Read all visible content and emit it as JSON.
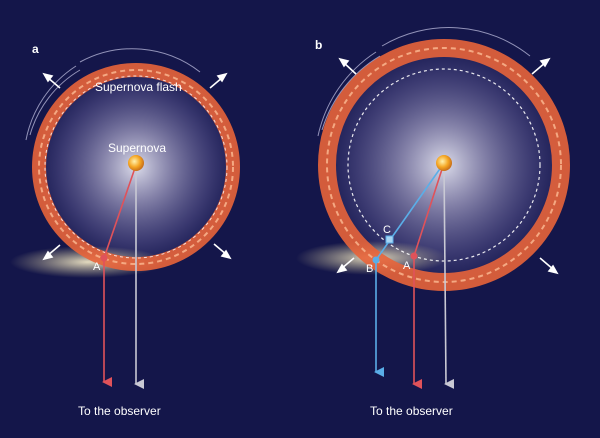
{
  "panels": [
    {
      "letter": "a",
      "flash_label": "Supernova flash",
      "center_label": "Supernova",
      "points": [
        "A"
      ],
      "observer_label": "To the observer"
    },
    {
      "letter": "b",
      "points": [
        "B",
        "C",
        "A"
      ],
      "observer_label": "To the observer"
    }
  ],
  "colors": {
    "background": "#14164a",
    "ring_outer": "#e8643a",
    "ring_inner": "#f7b08a",
    "supernova": "#f5a623",
    "path_red": "#e0525a",
    "path_gray": "#c9c9d4",
    "path_blue": "#5aaee8",
    "dust": "#e9dfc0"
  },
  "icons": [
    "expansion-arrow-icon",
    "supernova-star-icon",
    "dust-cloud-icon"
  ]
}
